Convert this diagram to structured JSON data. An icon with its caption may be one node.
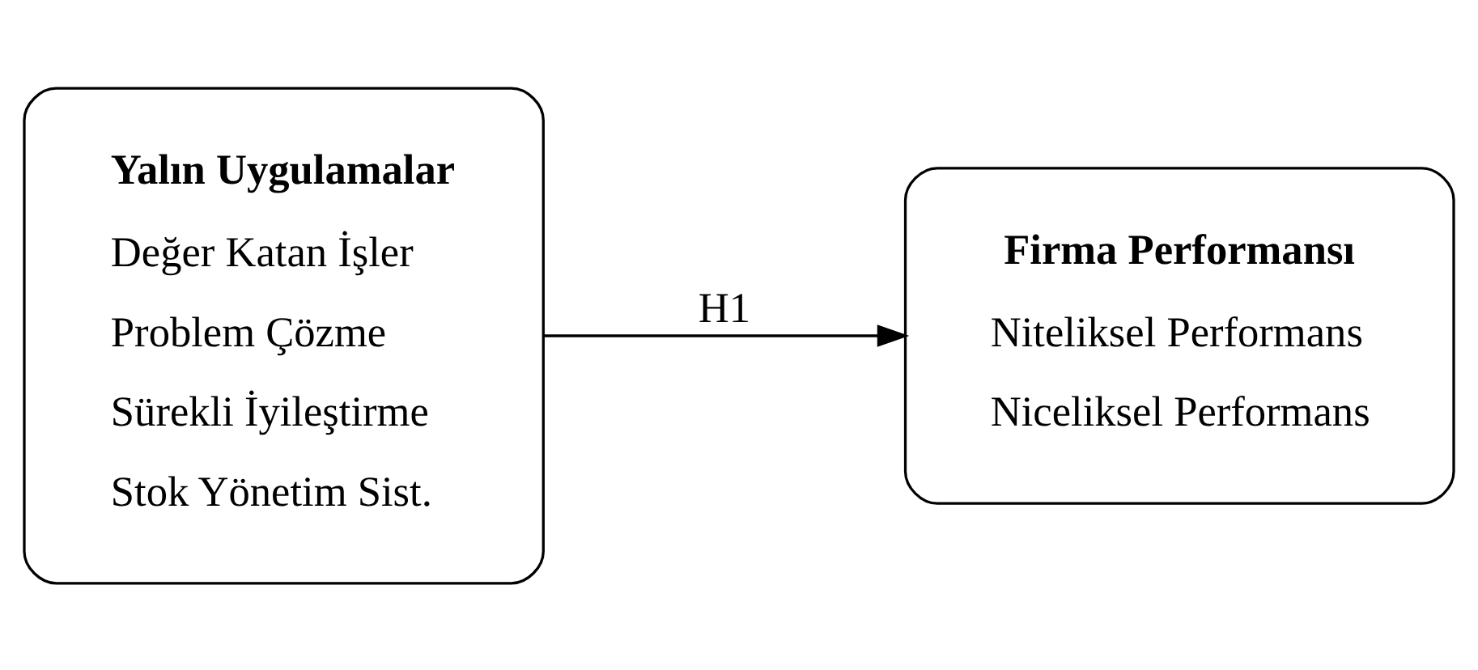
{
  "diagram": {
    "nodes": [
      {
        "text": [
          "Yalın Uygulamalar",
          "Değer Katan İşler",
          "Problem Çözme",
          "Sürekli İyileştirme",
          "Stok Yönetim Sist."
        ]
      },
      {
        "text": [
          "Firma Performansı",
          "Niteliksel Performans",
          "Niceliksel Performans"
        ]
      }
    ],
    "edges": [
      {
        "from": 0,
        "to": 1,
        "arrow": "to",
        "label": "H1"
      }
    ]
  }
}
